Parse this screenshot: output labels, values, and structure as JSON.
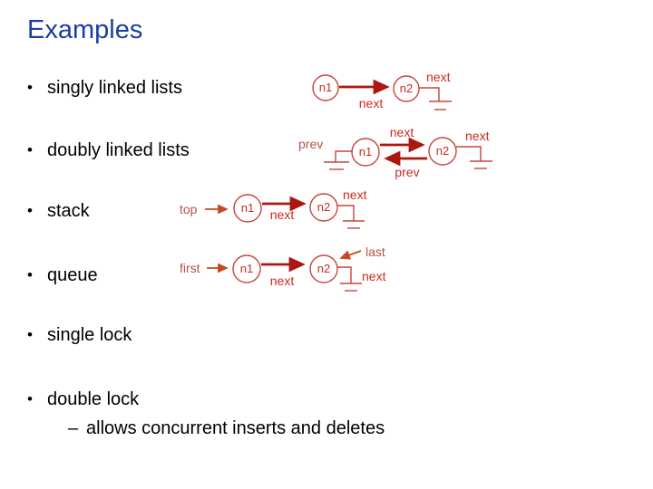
{
  "slide": {
    "title": "Examples",
    "bullet_char": "•",
    "bullets": [
      "singly linked lists",
      "doubly linked lists",
      "stack",
      "queue",
      "single lock",
      "double lock"
    ],
    "sub_bullet": {
      "dash": "–",
      "text": "allows concurrent inserts and deletes"
    }
  },
  "colors": {
    "title_blue": "#1B3EA2",
    "body_text": "#000000",
    "node_stroke_red": "#C8453C",
    "label_red": "#CB2B20",
    "arrow_dark_red": "#AC1712",
    "pointer_orange": "#C64A1E",
    "pointer_label_red": "#B2534C"
  },
  "diagrams": {
    "singly": {
      "node1": "n1",
      "node2": "n2",
      "edge_label": "next",
      "tail_label": "next"
    },
    "doubly": {
      "head_label": "prev",
      "node1": "n1",
      "node2": "n2",
      "next_label": "next",
      "prev_label": "prev",
      "tail_label": "next"
    },
    "stack": {
      "pointer_label": "top",
      "node1": "n1",
      "node2": "n2",
      "edge_label": "next",
      "tail_label": "next"
    },
    "queue": {
      "pointer_label": "first",
      "node1": "n1",
      "node2": "n2",
      "edge_label": "next",
      "last_label": "last",
      "tail_label": "next"
    }
  }
}
